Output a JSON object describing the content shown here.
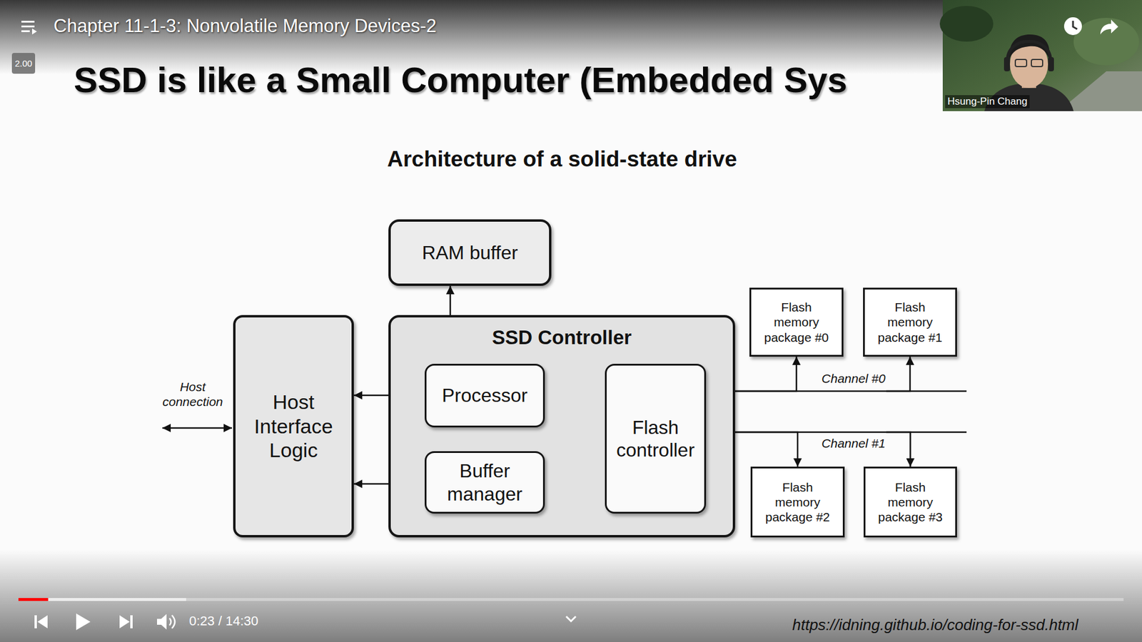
{
  "diagram": {
    "title": "SSD is like a Small Computer (Embedded Sys",
    "nodes": [
      {
        "text": [
          "RAM buffer"
        ]
      },
      {
        "text": [
          "Host Interface Logic"
        ]
      },
      {
        "text": [
          "SSD Controller"
        ]
      },
      {
        "text": [
          "Processor"
        ],
        "in": 2
      },
      {
        "text": [
          "Buffer manager"
        ],
        "in": 2
      },
      {
        "text": [
          "Flash controller"
        ],
        "in": 2
      },
      {
        "text": [
          "Flash memory package #0"
        ]
      },
      {
        "text": [
          "Flash memory package #1"
        ]
      },
      {
        "text": [
          "Flash memory package #2"
        ]
      },
      {
        "text": [
          "Flash memory package #3"
        ]
      }
    ],
    "edges": [
      {
        "from": 0,
        "to": 3,
        "arrow": "both"
      },
      {
        "from": 1,
        "to": 3,
        "arrow": "both"
      },
      {
        "from": 1,
        "to": 4,
        "arrow": "both"
      },
      {
        "from": 3,
        "to": 4,
        "arrow": "both"
      },
      {
        "from": 3,
        "to": 5,
        "arrow": "both"
      },
      {
        "from": 4,
        "to": 5,
        "arrow": "both"
      },
      {
        "from": 5,
        "to": 6,
        "arrow": "both"
      },
      {
        "from": 5,
        "to": 7,
        "arrow": "both"
      },
      {
        "from": 5,
        "to": 8,
        "arrow": "both"
      },
      {
        "from": 5,
        "to": 9,
        "arrow": "both"
      }
    ],
    "labels": [
      "Chapter 11-1-3: Nonvolatile Memory Devices-2",
      "2.00",
      "Hsung-Pin Chang",
      "Architecture of a solid-state drive",
      "Host connection",
      "Channel #0",
      "Channel #1",
      "0:23 / 14:30",
      "https://idning.github.io/coding-for-ssd.html"
    ]
  }
}
